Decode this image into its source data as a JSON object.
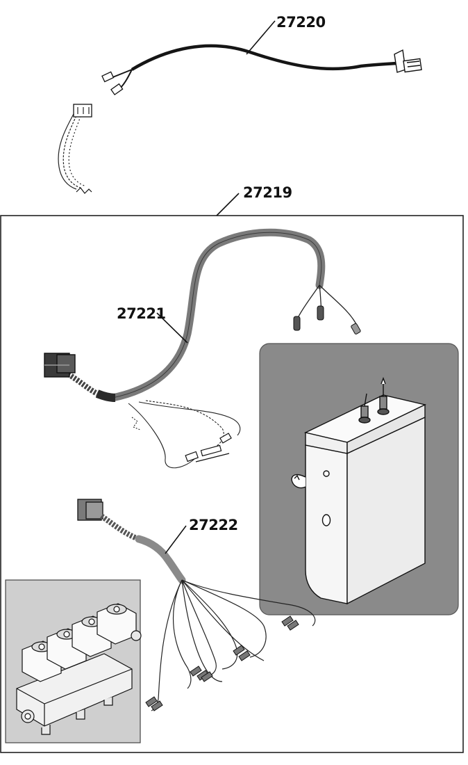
{
  "parts": {
    "cable_top": {
      "number": "27220"
    },
    "kit_box": {
      "number": "27219"
    },
    "cable_boiler": {
      "number": "27221"
    },
    "cable_valves": {
      "number": "27222"
    }
  },
  "colors": {
    "line": "#111111",
    "boiler_panel": "#8a8a8a",
    "valve_panel": "#cfcfcf",
    "cable_grey": "#7a7a7a",
    "cable_black": "#151515"
  }
}
